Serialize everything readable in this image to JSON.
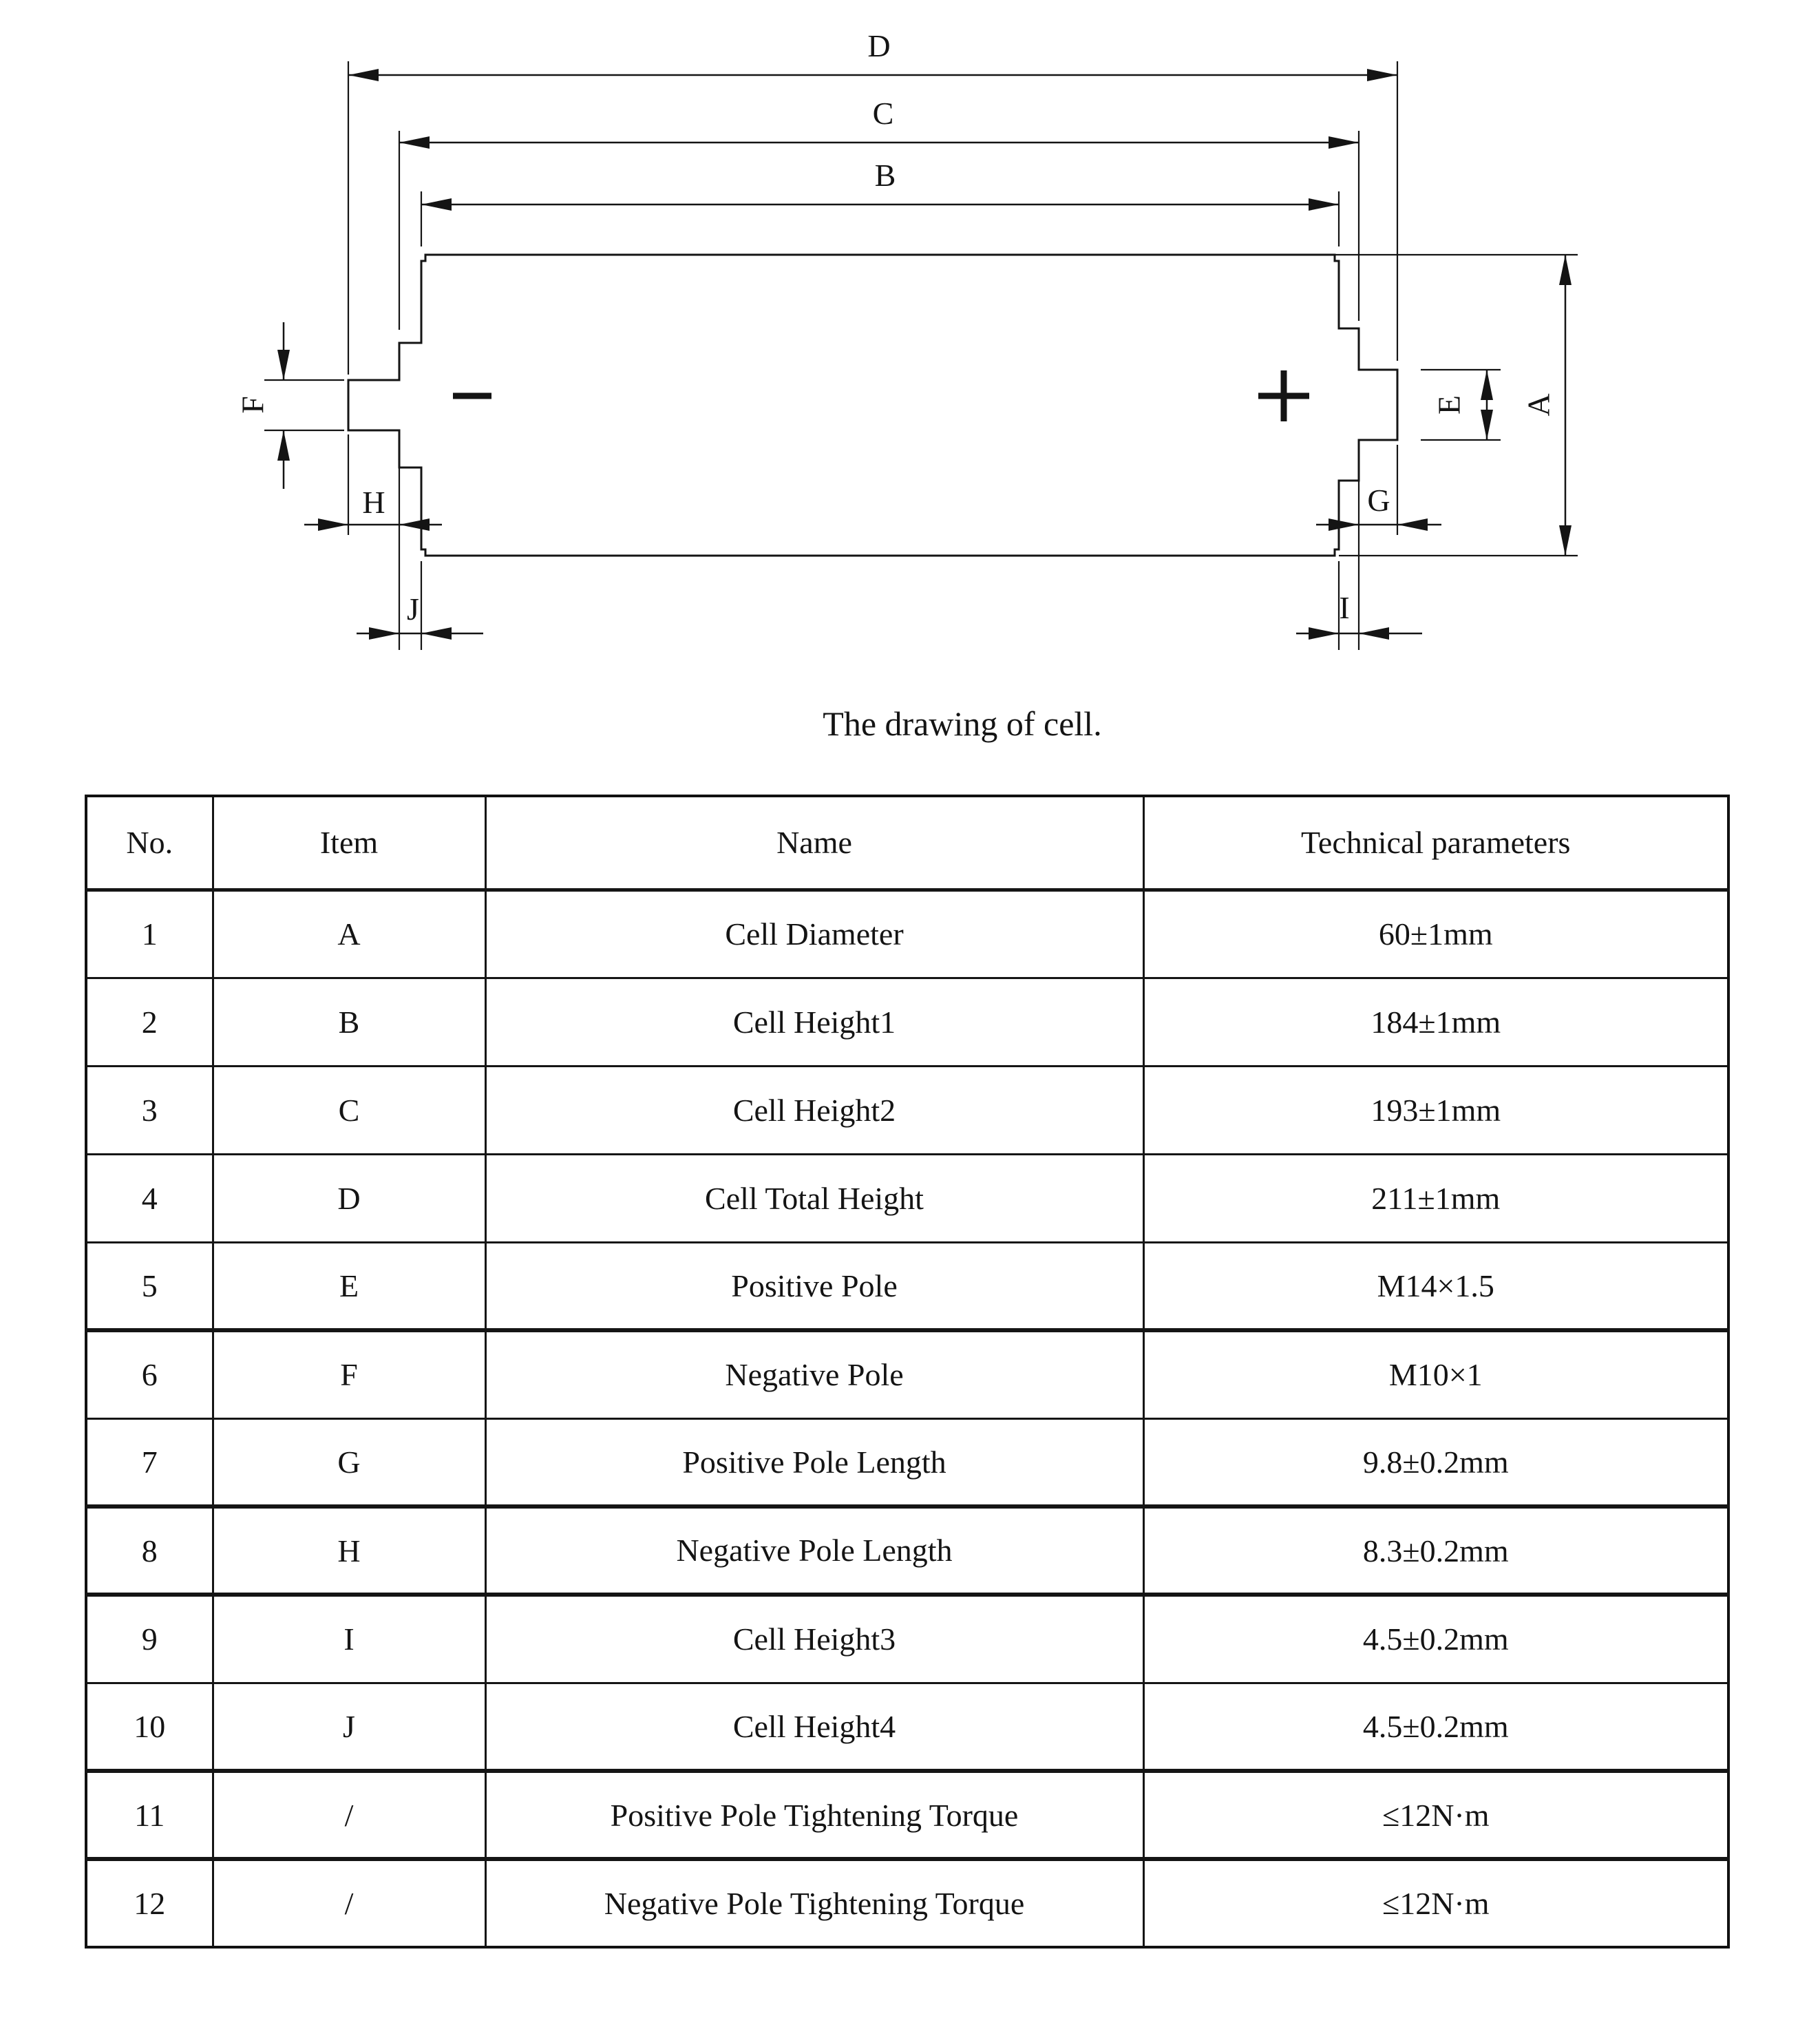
{
  "page": {
    "background": "#ffffff",
    "ink": "#141414"
  },
  "drawing": {
    "caption": "The drawing of cell.",
    "labels": {
      "D": "D",
      "C": "C",
      "B": "B",
      "F": "F",
      "H": "H",
      "J": "J",
      "E": "E",
      "A": "A",
      "G": "G",
      "I": "I"
    },
    "polarity": {
      "negative": "−",
      "positive": "+"
    }
  },
  "table": {
    "headers": {
      "no": "No.",
      "item": "Item",
      "name": "Name",
      "params": "Technical parameters"
    },
    "rows": [
      {
        "no": "1",
        "item": "A",
        "name": "Cell Diameter",
        "params": "60±1mm"
      },
      {
        "no": "2",
        "item": "B",
        "name": "Cell Height1",
        "params": "184±1mm"
      },
      {
        "no": "3",
        "item": "C",
        "name": "Cell Height2",
        "params": "193±1mm"
      },
      {
        "no": "4",
        "item": "D",
        "name": "Cell Total Height",
        "params": "211±1mm"
      },
      {
        "no": "5",
        "item": "E",
        "name": "Positive Pole",
        "params": "M14×1.5"
      },
      {
        "no": "6",
        "item": "F",
        "name": "Negative Pole",
        "params": "M10×1"
      },
      {
        "no": "7",
        "item": "G",
        "name": "Positive Pole Length",
        "params": "9.8±0.2mm"
      },
      {
        "no": "8",
        "item": "H",
        "name": "Negative Pole Length",
        "params": "8.3±0.2mm"
      },
      {
        "no": "9",
        "item": "I",
        "name": "Cell Height3",
        "params": "4.5±0.2mm"
      },
      {
        "no": "10",
        "item": "J",
        "name": "Cell Height4",
        "params": "4.5±0.2mm"
      },
      {
        "no": "11",
        "item": "/",
        "name": "Positive Pole Tightening Torque",
        "params": "≤12N·m"
      },
      {
        "no": "12",
        "item": "/",
        "name": "Negative Pole Tightening Torque",
        "params": "≤12N·m"
      }
    ]
  }
}
